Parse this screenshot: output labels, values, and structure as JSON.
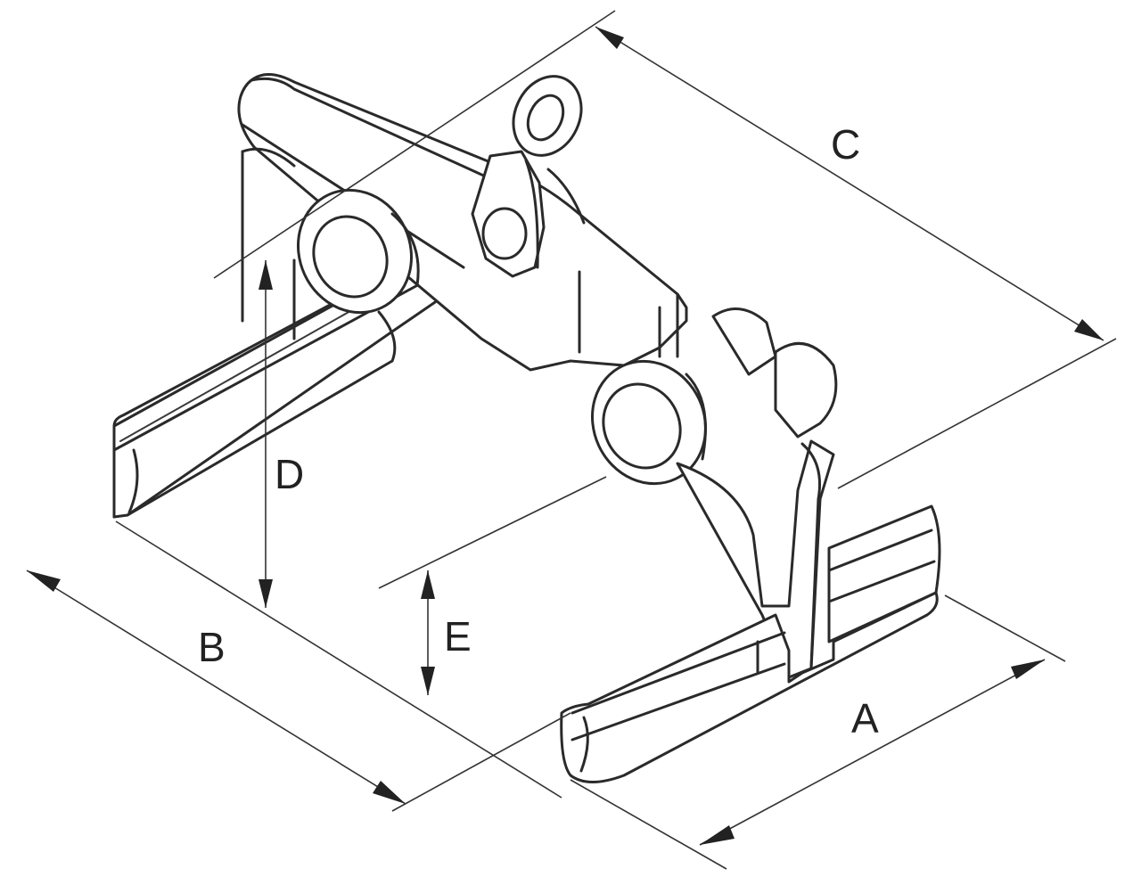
{
  "dimensions": [
    {
      "key": "a",
      "label": "A"
    },
    {
      "key": "b",
      "label": "B"
    },
    {
      "key": "c",
      "label": "C"
    },
    {
      "key": "d",
      "label": "D"
    },
    {
      "key": "e",
      "label": "E"
    }
  ],
  "colors": {
    "line": "#2a2a2a",
    "background": "#ffffff"
  }
}
